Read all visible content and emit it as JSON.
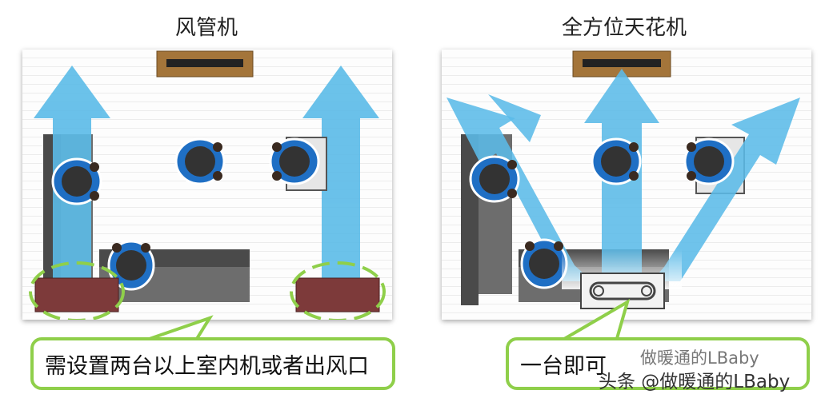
{
  "left": {
    "title": "风管机",
    "callout": "需设置两台以上室内机或者出风口"
  },
  "right": {
    "title": "全方位天花机",
    "callout": "一台即可"
  },
  "watermark": {
    "line1": "做暖通的LBaby",
    "line2": "头条 @做暖通的LBaby"
  },
  "colors": {
    "arrow": "#5bbbe8",
    "person_jacket": "#1f6fc4",
    "callout_border": "#8fcf4a",
    "sofa": "#555555",
    "tv_cabinet": "#a4753a",
    "indoor_unit_left": "#7d3a3a"
  }
}
